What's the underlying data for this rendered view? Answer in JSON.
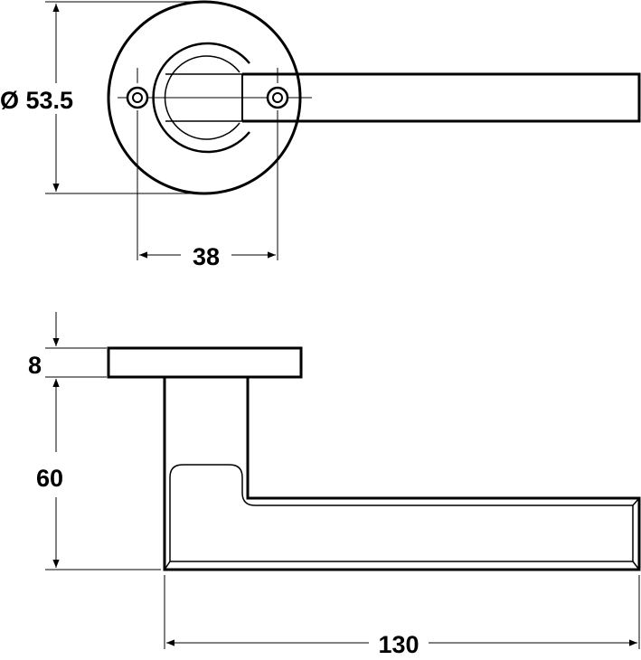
{
  "dimensions": {
    "rose_diameter": "Ø 53.5",
    "fixing_centres": "38",
    "rose_thickness": "8",
    "projection": "60",
    "lever_length": "130"
  },
  "colors": {
    "line": "#000000",
    "background": "#ffffff"
  }
}
